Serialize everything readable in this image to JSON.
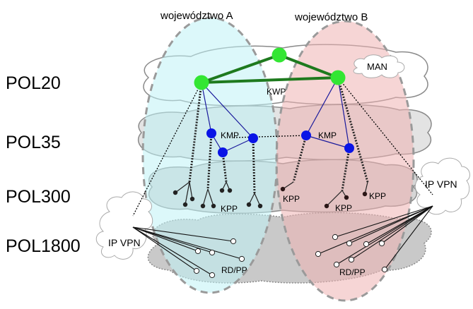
{
  "regions": {
    "a": "województwo A",
    "b": "województwo B"
  },
  "levels": {
    "pol20": "POL20",
    "pol35": "POL35",
    "pol300": "POL300",
    "pol1800": "POL1800"
  },
  "labels": {
    "man": "MAN",
    "kwp": "KWP",
    "kmp_a": "KMP",
    "kmp_b": "KMP",
    "kpp_a": "KPP",
    "kpp_b1": "KPP",
    "kpp_b2": "KPP",
    "kpp_b3": "KPP",
    "rdpp_a": "RD/PP",
    "rdpp_b": "RD/PP",
    "ipvpn_left": "IP VPN",
    "ipvpn_right": "IP VPN"
  },
  "colors": {
    "region_a": "#d9f6f8",
    "region_b": "#f3cdcd",
    "green_node": "#33e633",
    "green_link": "#1e7a1e",
    "blue_node": "#0a14e6",
    "blue_link": "#1a1a9c",
    "dark_node": "#222222",
    "cloud_stroke": "#8a8a8a"
  }
}
